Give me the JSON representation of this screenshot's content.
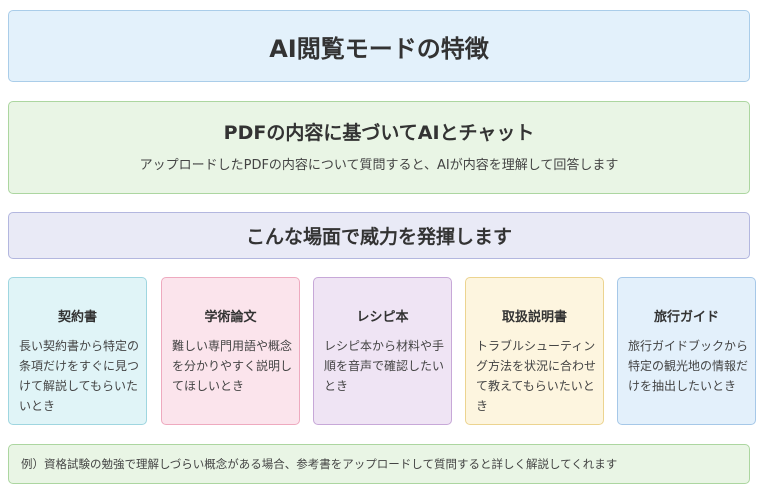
{
  "title": "AI閲覧モードの特徴",
  "feature": {
    "heading": "PDFの内容に基づいてAIとチャット",
    "description": "アップロードしたPDFの内容について質問すると、AIが内容を理解して回答します"
  },
  "scenes_heading": "こんな場面で威力を発揮します",
  "cards": [
    {
      "title": "契約書",
      "text": "長い契約書から特定の条項だけをすぐに見つけて解説してもらいたいとき"
    },
    {
      "title": "学術論文",
      "text": "難しい専門用語や概念を分かりやすく説明してほしいとき"
    },
    {
      "title": "レシピ本",
      "text": "レシピ本から材料や手順を音声で確認したいとき"
    },
    {
      "title": "取扱説明書",
      "text": "トラブルシューティング方法を状況に合わせて教えてもらいたいとき"
    },
    {
      "title": "旅行ガイド",
      "text": "旅行ガイドブックから特定の観光地の情報だけを抽出したいとき"
    }
  ],
  "example": "例）資格試験の勉強で理解しづらい概念がある場合、参考書をアップロードして質問すると詳しく解説してくれます"
}
